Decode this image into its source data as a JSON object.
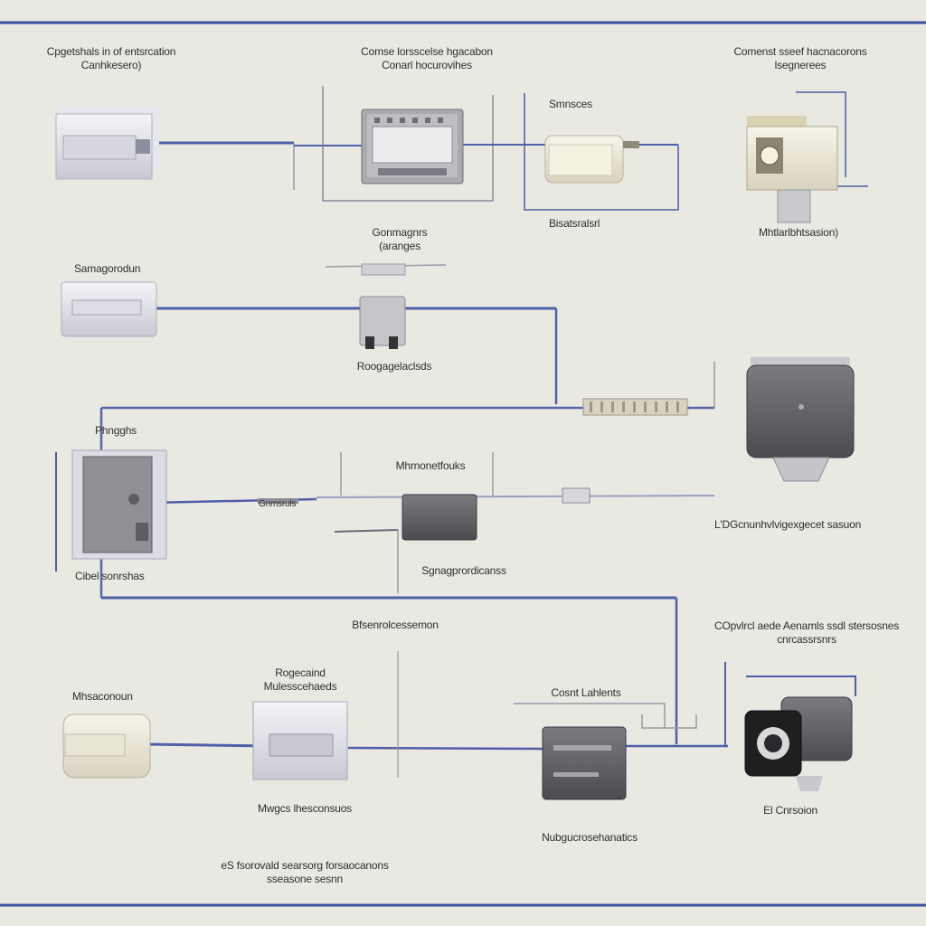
{
  "colors": {
    "background": "#e9e8e1",
    "frame_line": "#3b4f9e",
    "wire": "#4f5fa8",
    "thin_line": "#9a9aa2"
  },
  "labels": {
    "top_left_line1": "Cpgetshals in of entsrcation",
    "top_left_line2": "Canhkesero)",
    "top_center_line1": "Comse lorsscelse hgacabon",
    "top_center_line2": "Conarl hocurovihes",
    "top_right_line1": "Comenst sseef hacnacorons",
    "top_right_line2": "lsegnerees",
    "sensor_a": "Smnsces",
    "sensor_b": "Bisatsralsrl",
    "hr_sensor": "Mhtlarlbhtsasion)",
    "mid_top_line1": "Gonmagnrs",
    "mid_top_line2": "(aranges",
    "row2_left": "Samagorodun",
    "row2_connector": "Roogagelaclsds",
    "row3_left_top": "Phngghs",
    "row3_left_bottom": "Cibel sonrshas",
    "row3_small": "Gnmsruls",
    "row3_center": "Mhrnonetfouks",
    "row3_center_bottom": "Sgnagprordicanss",
    "row3_right": "L'DGcnunhvlvigexgecet sasuon",
    "bus_label": "Bfsenrolcessemon",
    "bottom_right_line1": "COpvlrcl aede Aenamls ssdl stersosnes",
    "bottom_right_line2": "cnrcassrsnrs",
    "bottom_left_module": "Mhsaconoun",
    "bottom_mid_line1": "Rogecaind",
    "bottom_mid_line2": "Mulesscehaeds",
    "bottom_mid_bottom": "Mwgcs lhesconsuos",
    "bottom_ctrl_top": "Cosnt Lahlents",
    "bottom_ctrl_bottom": "Nubgucrosehanatics",
    "bottom_camera": "El Cnrsoion",
    "footer_line1": "eS fsorovald searsorg forsaocanons",
    "footer_line2": "sseasone sesnn"
  }
}
